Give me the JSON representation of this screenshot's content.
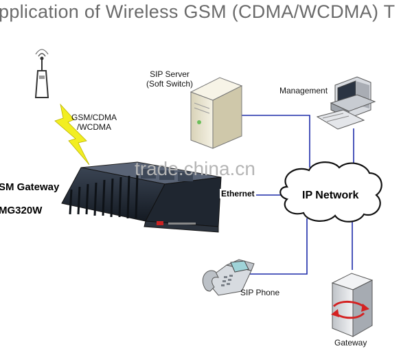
{
  "title": "pplication of Wireless GSM (CDMA/WCDMA) T",
  "watermark": "trade.china.cn",
  "labels": {
    "gsm_signal_line1": "GSM/CDMA",
    "gsm_signal_line2": "/WCDMA",
    "sip_server_line1": "SIP Server",
    "sip_server_line2": "(Soft Switch)",
    "management": "Management",
    "gateway_line1": "SM Gateway",
    "gateway_line2": "MG320W",
    "ethernet": "Ethernet",
    "ip_network": "IP Network",
    "sip_phone": "SIP Phone",
    "gateway_bottom": "Gateway"
  },
  "colors": {
    "link_line": "#1c2aa8",
    "lightning": "#f2ee22",
    "title_text": "#6a6a6a"
  }
}
